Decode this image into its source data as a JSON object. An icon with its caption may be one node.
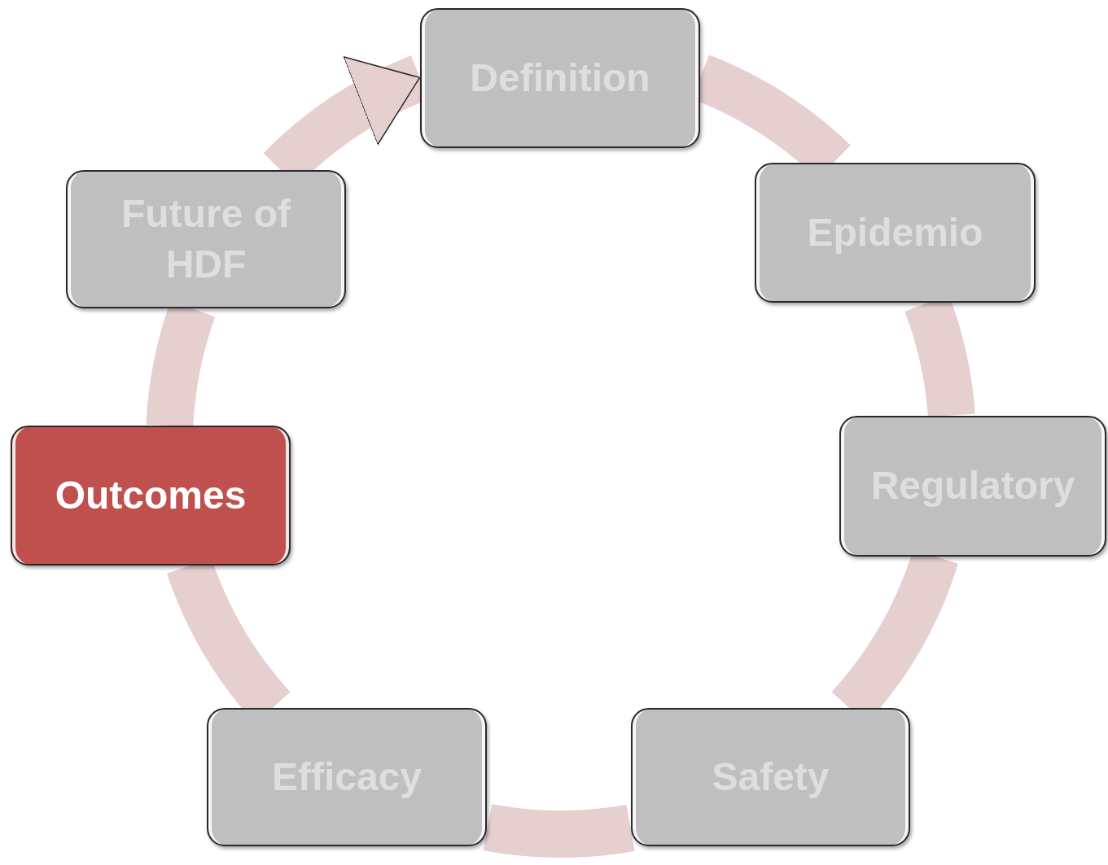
{
  "diagram": {
    "nodes": [
      {
        "text": [
          "Definition"
        ]
      },
      {
        "text": [
          "Epidemio"
        ]
      },
      {
        "text": [
          "Regulatory"
        ]
      },
      {
        "text": [
          "Safety"
        ]
      },
      {
        "text": [
          "Efficacy"
        ]
      },
      {
        "text": [
          "Outcomes"
        ]
      },
      {
        "text": [
          "Future of HDF"
        ]
      }
    ],
    "edges": [
      {
        "from": 0,
        "to": 1,
        "arrow": "none"
      },
      {
        "from": 1,
        "to": 2,
        "arrow": "none"
      },
      {
        "from": 2,
        "to": 3,
        "arrow": "none"
      },
      {
        "from": 3,
        "to": 4,
        "arrow": "none"
      },
      {
        "from": 4,
        "to": 5,
        "arrow": "none"
      },
      {
        "from": 5,
        "to": 6,
        "arrow": "none"
      },
      {
        "from": 6,
        "to": 0,
        "arrow": "to"
      }
    ]
  }
}
